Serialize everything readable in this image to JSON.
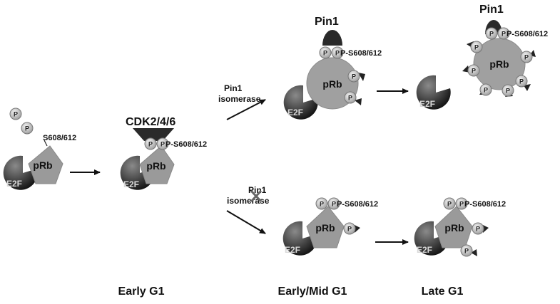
{
  "labels": {
    "s608": "S608/612",
    "ps608": "P-S608/612",
    "cdk": "CDK2/4/6",
    "pin1": "Pin1",
    "prb": "pRb",
    "e2f": "E2F",
    "p": "P",
    "pin1_isomerase_line1": "Pin1",
    "pin1_isomerase_line2": "isomerase",
    "early_g1": "Early G1",
    "early_mid_g1": "Early/Mid G1",
    "late_g1": "Late G1"
  }
}
